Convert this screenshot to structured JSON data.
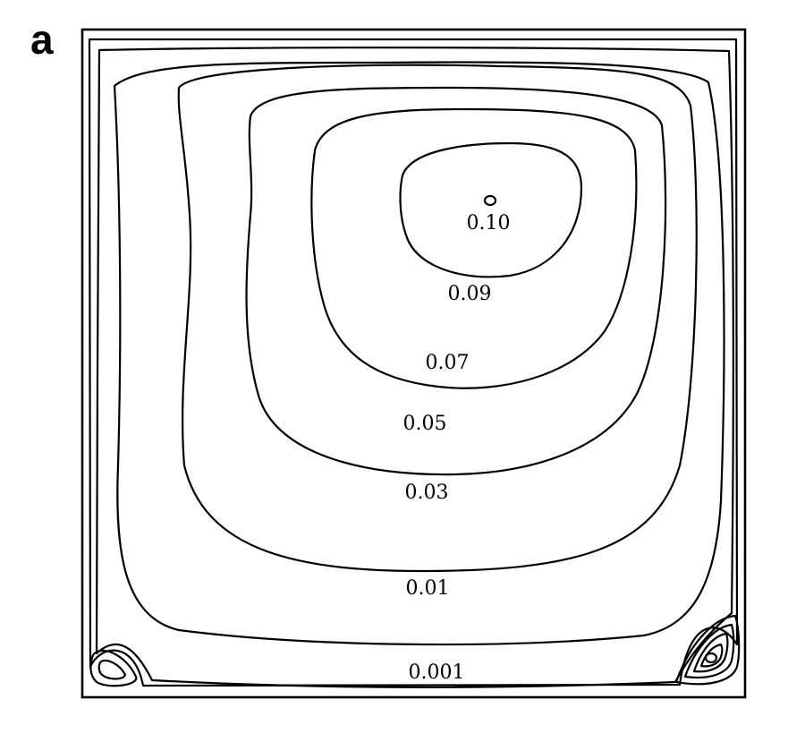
{
  "figure": {
    "panel_label": "a",
    "contour_labels": [
      "0.10",
      "0.09",
      "0.07",
      "0.05",
      "0.03",
      "0.01",
      "0.001"
    ]
  }
}
